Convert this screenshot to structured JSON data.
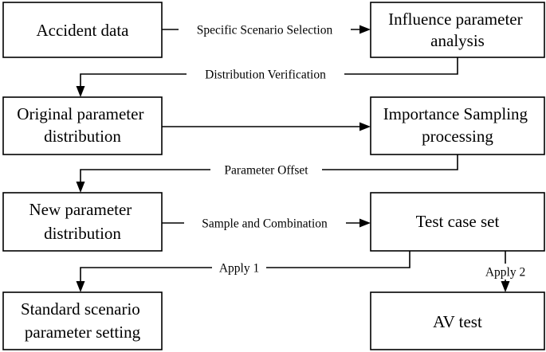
{
  "nodes": {
    "accident_data": [
      "Accident data"
    ],
    "influence_parameter_analysis": [
      "Influence parameter",
      "analysis"
    ],
    "original_parameter_distribution": [
      "Original parameter",
      "distribution"
    ],
    "importance_sampling_processing": [
      "Importance Sampling",
      "processing"
    ],
    "new_parameter_distribution": [
      "New parameter",
      "distribution"
    ],
    "test_case_set": [
      "Test case set"
    ],
    "standard_scenario_parameter_setting": [
      "Standard scenario",
      "parameter setting"
    ],
    "av_test": [
      "AV test"
    ]
  },
  "edges": {
    "specific_scenario_selection": "Specific Scenario Selection",
    "distribution_verification": "Distribution Verification",
    "parameter_offset": "Parameter Offset",
    "sample_and_combination": "Sample and Combination",
    "apply_1": "Apply 1",
    "apply_2": "Apply 2"
  }
}
